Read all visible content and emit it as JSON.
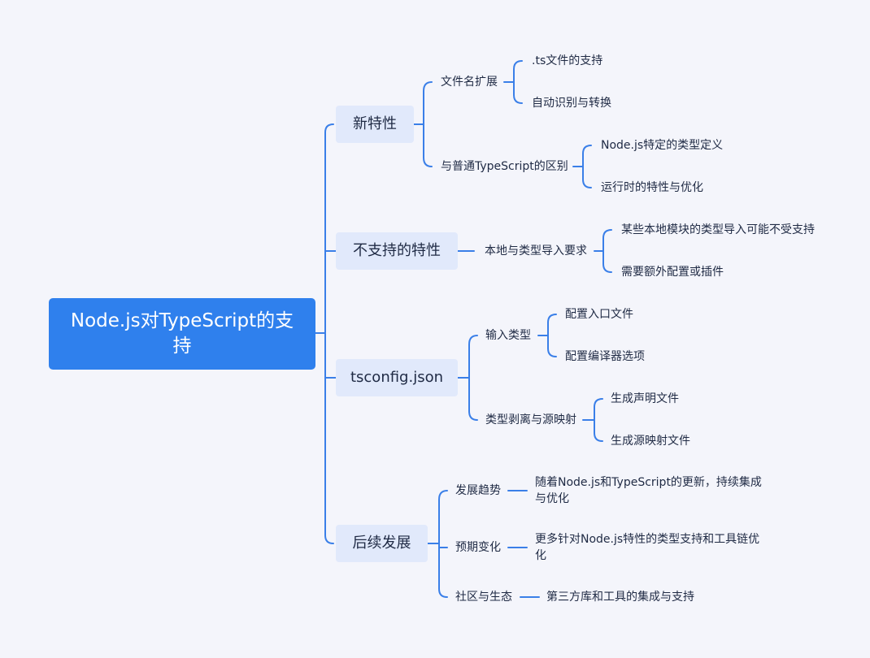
{
  "root": {
    "title": "Node.js对TypeScript的支持"
  },
  "branches": [
    {
      "label": "新特性",
      "children": [
        {
          "label": "文件名扩展",
          "children": [
            ".ts文件的支持",
            "自动识别与转换"
          ]
        },
        {
          "label": "与普通TypeScript的区别",
          "children": [
            "Node.js特定的类型定义",
            "运行时的特性与优化"
          ]
        }
      ]
    },
    {
      "label": "不支持的特性",
      "children": [
        {
          "label": "本地与类型导入要求",
          "children": [
            "某些本地模块的类型导入可能不受支持",
            "需要额外配置或插件"
          ]
        }
      ]
    },
    {
      "label": "tsconfig.json",
      "children": [
        {
          "label": "输入类型",
          "children": [
            "配置入口文件",
            "配置编译器选项"
          ]
        },
        {
          "label": "类型剥离与源映射",
          "children": [
            "生成声明文件",
            "生成源映射文件"
          ]
        }
      ]
    },
    {
      "label": "后续发展",
      "children": [
        {
          "label": "发展趋势",
          "children": [
            "随着Node.js和TypeScript的更新，持续集成与优化"
          ]
        },
        {
          "label": "预期变化",
          "children": [
            "更多针对Node.js特性的类型支持和工具链优化"
          ]
        },
        {
          "label": "社区与生态",
          "children": [
            "第三方库和工具的集成与支持"
          ]
        }
      ]
    }
  ],
  "colors": {
    "background": "#f4f5fb",
    "root": "#2f80ed",
    "branch": "#e1e9fb",
    "line": "#3a7fe8",
    "text": "#1f2a44"
  }
}
